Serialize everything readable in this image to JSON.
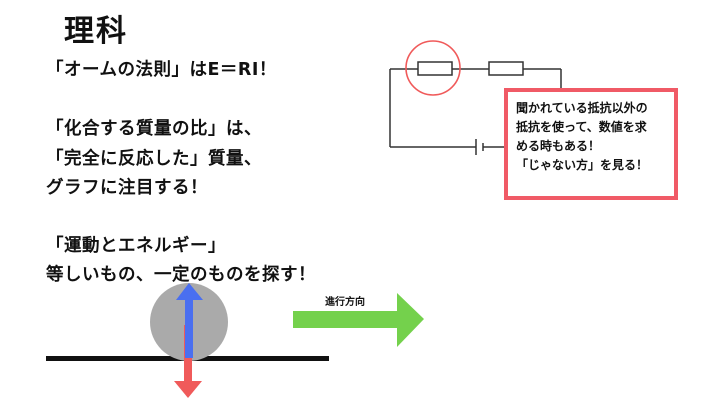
{
  "title": "理科",
  "lines": [
    "「オームの法則」はE＝RI！",
    "「化合する質量の比」は、",
    "「完全に反応した」質量、",
    "グラフに注目する！",
    "「運動とエネルギー」",
    "等しいもの、一定のものを探す！"
  ],
  "note": {
    "lines": [
      "聞かれている抵抗以外の",
      "抵抗を使って、数値を求",
      "める時もある！",
      "「じゃない方」を見る！"
    ],
    "border_color": "#f05a66"
  },
  "direction_label": "進行方向",
  "colors": {
    "arrow_up": "#4a6ff0",
    "arrow_down": "#f05a5a",
    "direction_arrow": "#74d14c",
    "ball": "#aaaaaa",
    "highlight_circle": "#f05a5a"
  }
}
